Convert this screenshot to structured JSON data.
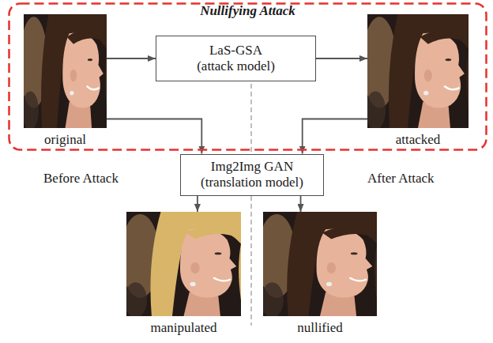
{
  "diagram": {
    "nodes": [
      {
        "text": [
          "Nullifying Attack"
        ]
      },
      {
        "text": [
          "original"
        ],
        "in": 0
      },
      {
        "text": [
          "LaS-GSA (attack model)"
        ],
        "in": 0
      },
      {
        "text": [
          "attacked"
        ],
        "in": 0
      },
      {
        "text": [
          "Img2Img GAN (translation model)"
        ]
      },
      {
        "text": [
          "manipulated"
        ]
      },
      {
        "text": [
          "nullified"
        ]
      }
    ],
    "edges": [
      {
        "from": 1,
        "to": 2,
        "arrow": "to"
      },
      {
        "from": 2,
        "to": 3,
        "arrow": "to"
      },
      {
        "from": 1,
        "to": 4,
        "arrow": "to"
      },
      {
        "from": 3,
        "to": 4,
        "arrow": "to"
      },
      {
        "from": 4,
        "to": 5,
        "arrow": "to"
      },
      {
        "from": 4,
        "to": 6,
        "arrow": "to"
      }
    ],
    "labels": [
      "Before Attack",
      "After Attack"
    ]
  }
}
